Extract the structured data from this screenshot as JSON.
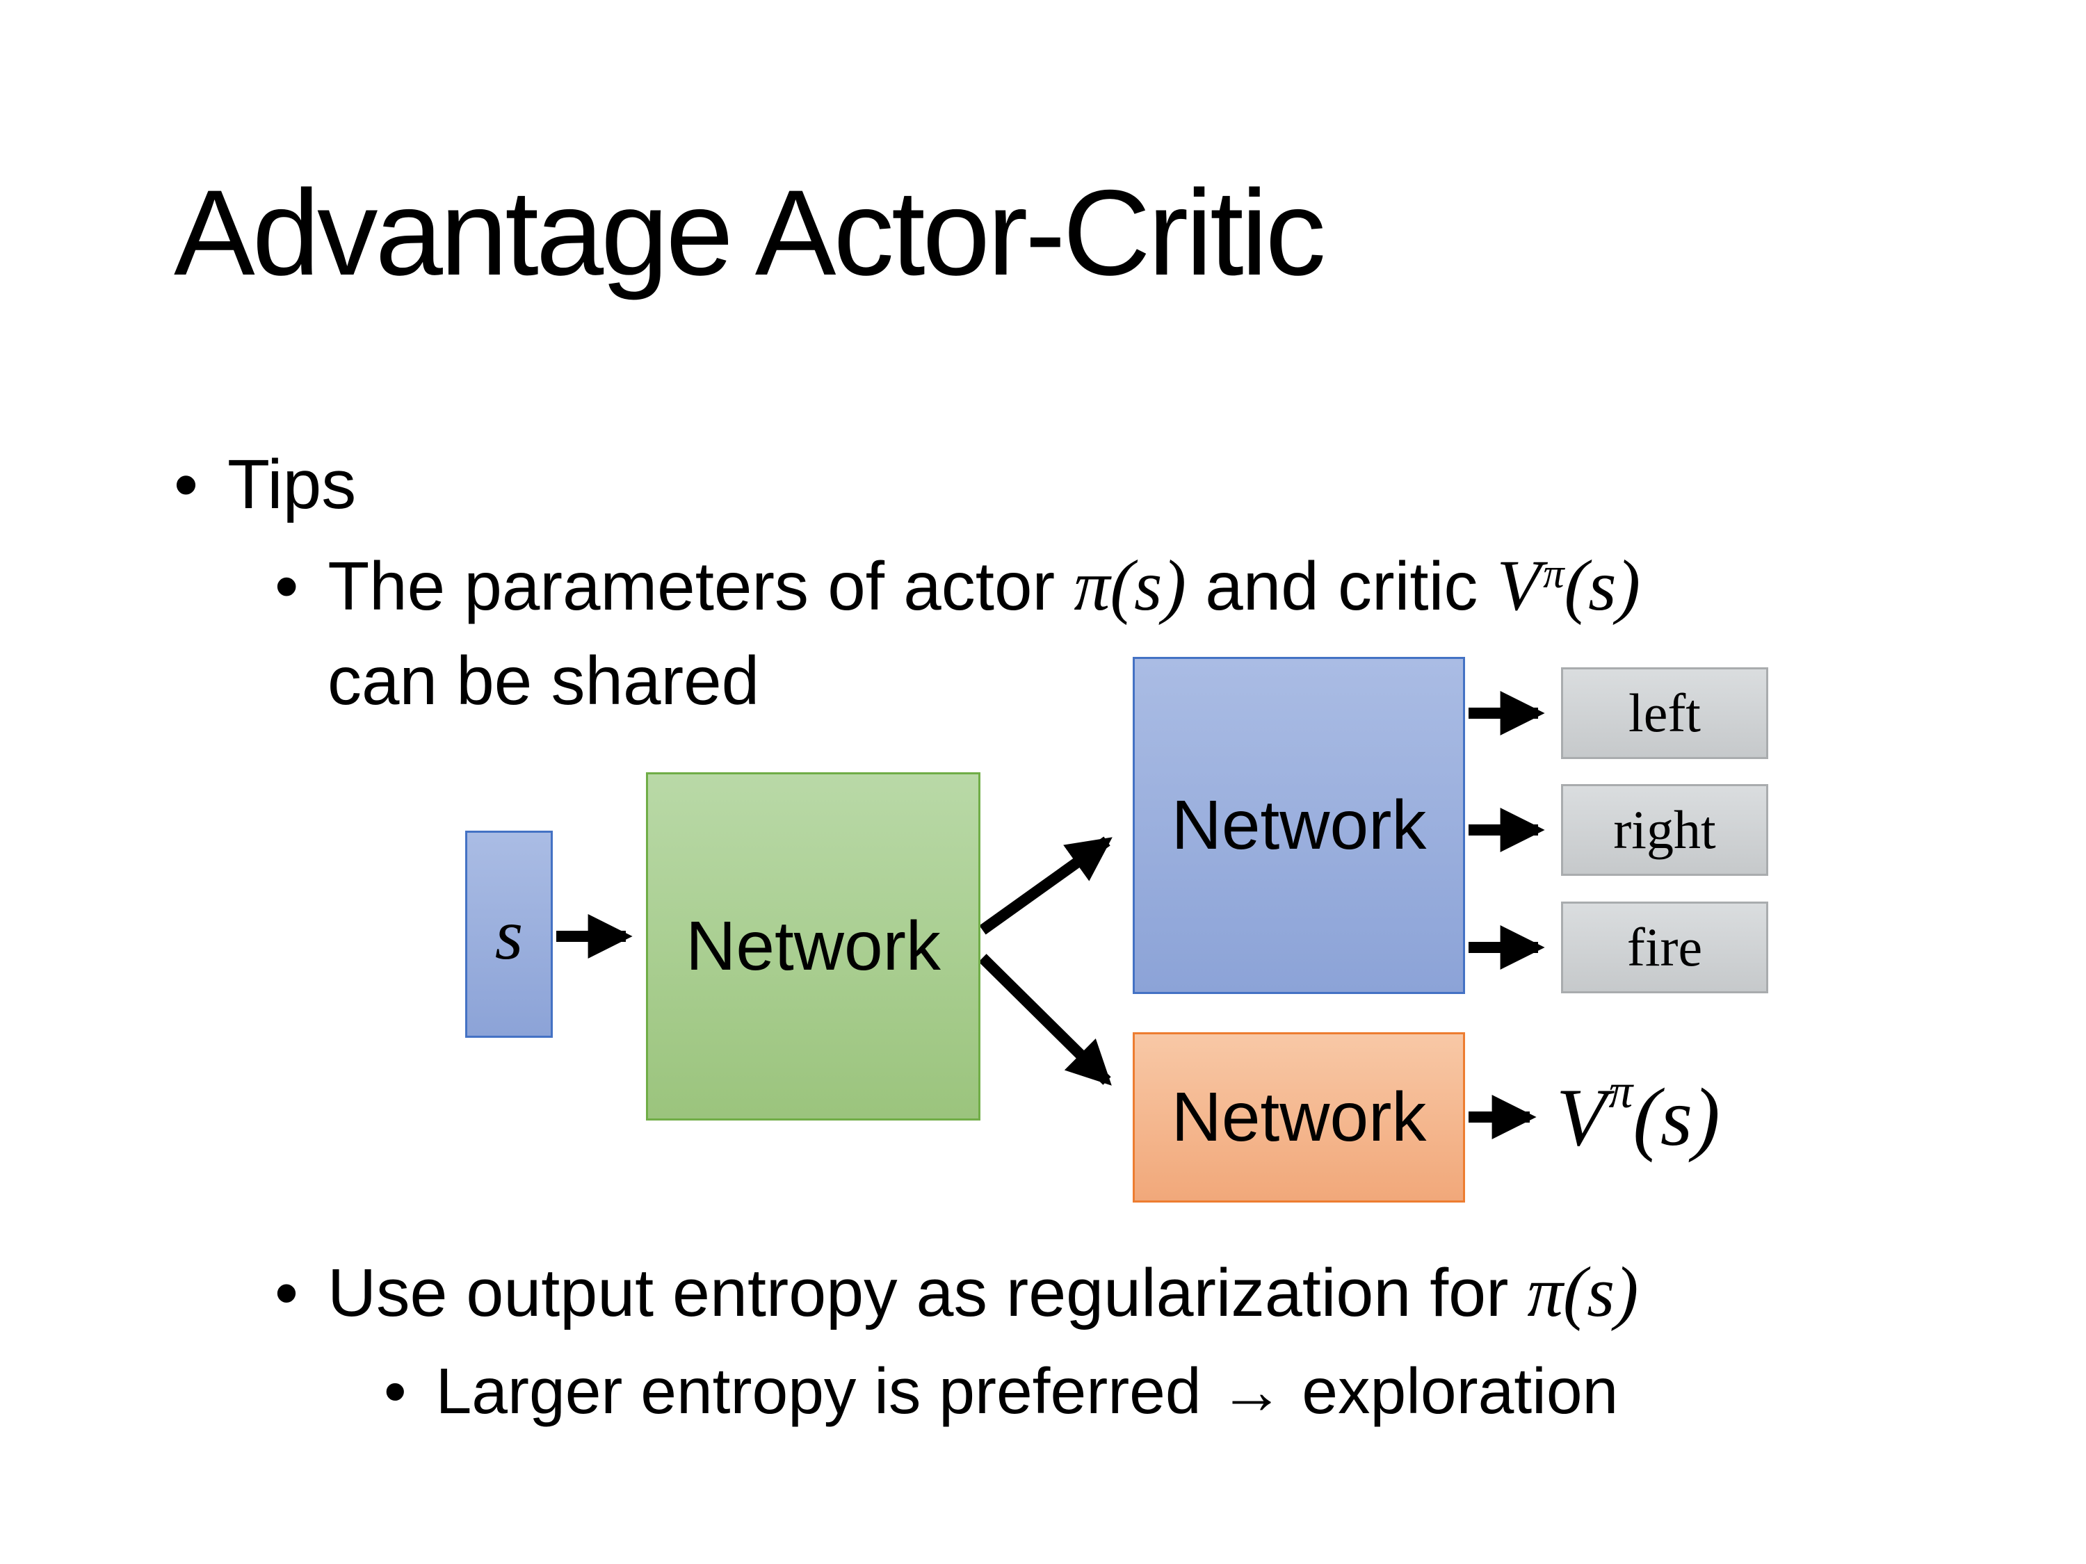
{
  "title": "Advantage Actor-Critic",
  "bullets": {
    "marker": "•",
    "tips": "Tips",
    "shared": {
      "pre": "The parameters of actor ",
      "actor_math": "π(s)",
      "mid": "  and critic ",
      "v": "V",
      "v_sup": "π",
      "v_args": "(s)",
      "line2": "can be shared"
    },
    "entropy": {
      "pre": "Use output entropy as regularization for ",
      "math": "π(s)"
    },
    "exploration": "Larger entropy is preferred → exploration"
  },
  "diagram": {
    "state_label": "s",
    "shared_network_label": "Network",
    "actor_network_label": "Network",
    "critic_network_label": "Network",
    "actions": [
      "left",
      "right",
      "fire"
    ],
    "value": {
      "v": "V",
      "sup": "π",
      "args": "(s)"
    }
  },
  "colors": {
    "background": "#ffffff",
    "text": "#000000",
    "blue-top": "#aabce4",
    "blue-bottom": "#8ca3d7",
    "blue-border": "#4472c4",
    "green-top": "#b9d9a7",
    "green-bottom": "#9bc47d",
    "green-border": "#70ad47",
    "orange-top": "#f8c8a6",
    "orange-bottom": "#f1a87a",
    "orange-border": "#ed7d31",
    "gray-top": "#dadddf",
    "gray-bottom": "#c6c9cb",
    "gray-border": "#a9acae"
  }
}
